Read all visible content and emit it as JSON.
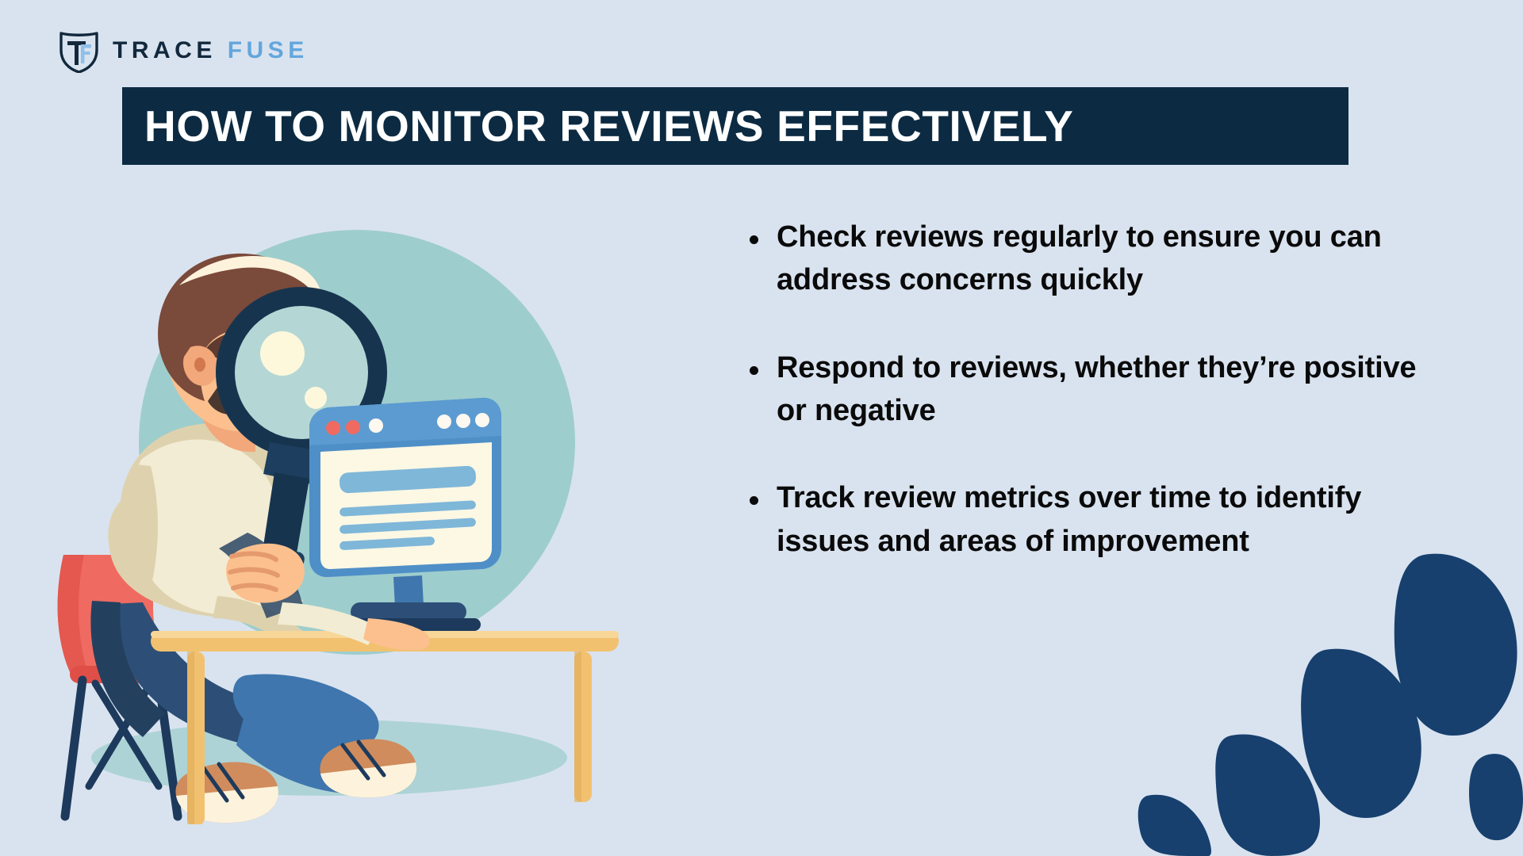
{
  "theme": {
    "background": "#d9e3ef",
    "banner_bg": "#0c2b42",
    "banner_text": "#ffffff",
    "bullet_text": "#0a0a0a",
    "logo_dark": "#12283d",
    "logo_accent": "#63a6dd",
    "petal_color": "#17406e"
  },
  "brand": {
    "name_primary": "TRACE",
    "name_secondary": "FUSE",
    "mark_icon": "shield-tf-monogram-icon"
  },
  "header": {
    "title": "HOW TO MONITOR REVIEWS EFFECTIVELY"
  },
  "bullets": [
    {
      "text": "Check reviews regularly to ensure you can address concerns quickly"
    },
    {
      "text": "Respond to reviews, whether they’re positive or negative"
    },
    {
      "text": "Track review metrics over time to identify issues and areas of improvement"
    }
  ],
  "illustration": {
    "name": "person-inspecting-reviews-on-monitor-illustration",
    "elements": [
      "teal-circle-backdrop",
      "person-with-brown-hair",
      "cream-sweater",
      "blue-jeans",
      "red-chair",
      "magnifying-glass-icon",
      "desktop-monitor-icon",
      "wooden-desk",
      "brown-sneakers"
    ]
  },
  "decor": {
    "name": "blue-petal-shapes",
    "count": 5
  }
}
